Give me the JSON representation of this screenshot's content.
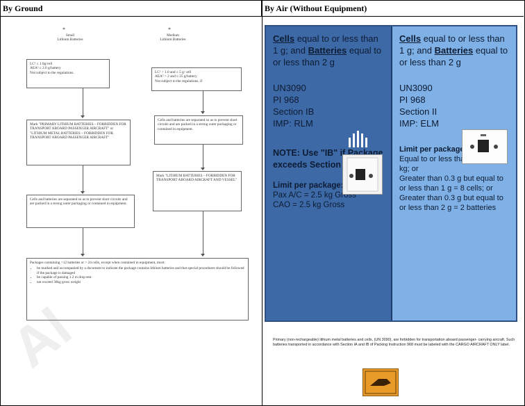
{
  "headers": {
    "left": "By Ground",
    "right": "By Air (Without Equipment)"
  },
  "ground": {
    "small_title": "Small\nLithium Batteries",
    "medium_title": "Medium\nLithium Batteries",
    "box_small": "LC¹ ≤ 1.0g/cell\nAEA² ≤ 2.0 g/battery\nNot subject to the regulations.",
    "box_medium": "LC¹ > 1.0 and ≤ 5 g/ cell\nAEA² > 2 and ≤ 25 g/battery\nNot subject to the regulations, if",
    "box_mark1": "Mark \"PRIMARY LITHIUM BATTERIES – FORBIDDEN FOR TRANSPORT ABOARD PASSENGER AIRCRAFT\" or \"LITHIUM METAL BATTERIES – FORBIDDEN FOR TRANSPORT ABOARD PASSENGER AIRCRAFT\"",
    "box_cells_medium": "Cells and batteries are separated so as to prevent short circuits and are packed in a strong outer packaging or contained in equipment.",
    "box_mark2": "Mark \"LITHIUM BATTERIES – FORBIDDEN FOR TRANSPORT ABOARD AIRCRAFT AND VESSEL\"",
    "box_cells_small": "Cells and batteries are separated so as to prevent short circuits and are packed in a strong outer packaging or contained in equipment.",
    "box_bottom_intro": "Packages containing >12 batteries or > 24 cells, except when contained in equipment, must:",
    "box_bottom_items": [
      "be marked and accompanied by a document to indicate the package contains lithium batteries and that special procedures should be followed if the package is damaged",
      "be capable of passing 1.2 m drop test",
      "not exceed 30kg gross weight"
    ]
  },
  "air": {
    "left": {
      "cells_word": "Cells",
      "cells_text": " equal to or less than 1 g; and ",
      "batteries_word": "Batteries",
      "batteries_text": " equal to or less than 2 g",
      "un": "UN3090",
      "pi": "PI 968",
      "section": "Section IB",
      "imp": "IMP: RLM",
      "note": "NOTE: Use \"IB\" if Package exceeds Section II Limits",
      "limit_title": "Limit per package:",
      "limit_pax": "Pax A/C = 2.5 kg Gross",
      "limit_cao": "CAO = 2.5 kg Gross"
    },
    "right": {
      "cells_word": "Cells",
      "cells_text": " equal to or less than 1 g; and ",
      "batteries_word": "Batteries",
      "batteries_text": " equal to or less than 2 g",
      "un": "UN3090",
      "pi": "PI 968",
      "section": "Section II",
      "imp": "IMP: ELM",
      "limit_title": "Limit per package:",
      "limit_1": "Equal to or less than 0.3g = 2.5 kg; or",
      "limit_2": "Greater than 0.3 g but equal to or less than 1 g = 8 cells; or",
      "limit_3": "Greater than 0.3 g but equal to or less than 2 g = 2 batteries"
    },
    "fine_print": "Primary (non-rechargeable) lithium metal batteries and cells, (UN 3090), are forbidden for transportation aboard passenger- carrying aircraft. Such batteries transported in accordance with Section IA and IB of Packing Instruction 968 must be labeled with the CARGO AIRCRAFT ONLY label."
  },
  "watermark": "Al"
}
